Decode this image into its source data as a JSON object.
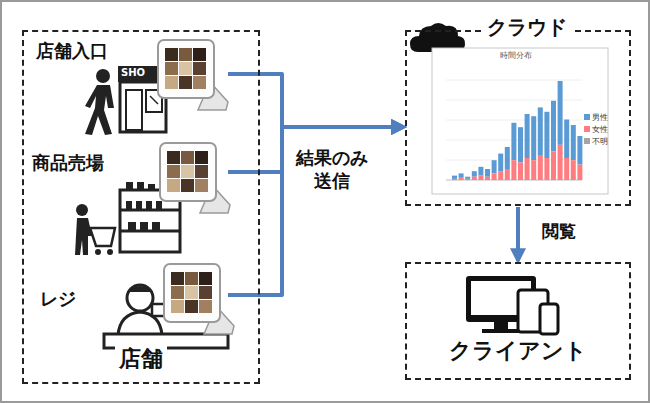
{
  "diagram": {
    "nodes": [
      {
        "text": [
          "店舗"
        ]
      },
      {
        "text": [
          "店舗入口"
        ],
        "in": 0
      },
      {
        "text": [
          "商品売場"
        ],
        "in": 0
      },
      {
        "text": [
          "レジ"
        ],
        "in": 0
      },
      {
        "text": [
          "クラウド"
        ]
      },
      {
        "text": [
          "クライアント"
        ]
      }
    ],
    "edges": [
      {
        "from": 1,
        "to": 4,
        "arrow": "to"
      },
      {
        "from": 2,
        "to": 4,
        "arrow": "to",
        "label": "結果のみ送信"
      },
      {
        "from": 3,
        "to": 4,
        "arrow": "to"
      },
      {
        "from": 4,
        "to": 5,
        "arrow": "to",
        "label": "閲覧"
      }
    ],
    "labels": [
      "SHO",
      "時間分布"
    ],
    "legend": [
      {
        "text": "男性",
        "color": "#5b9bd5"
      },
      {
        "text": "女性",
        "color": "#ff7c80"
      },
      {
        "text": "不明",
        "color": "#a5a5a5"
      }
    ]
  }
}
